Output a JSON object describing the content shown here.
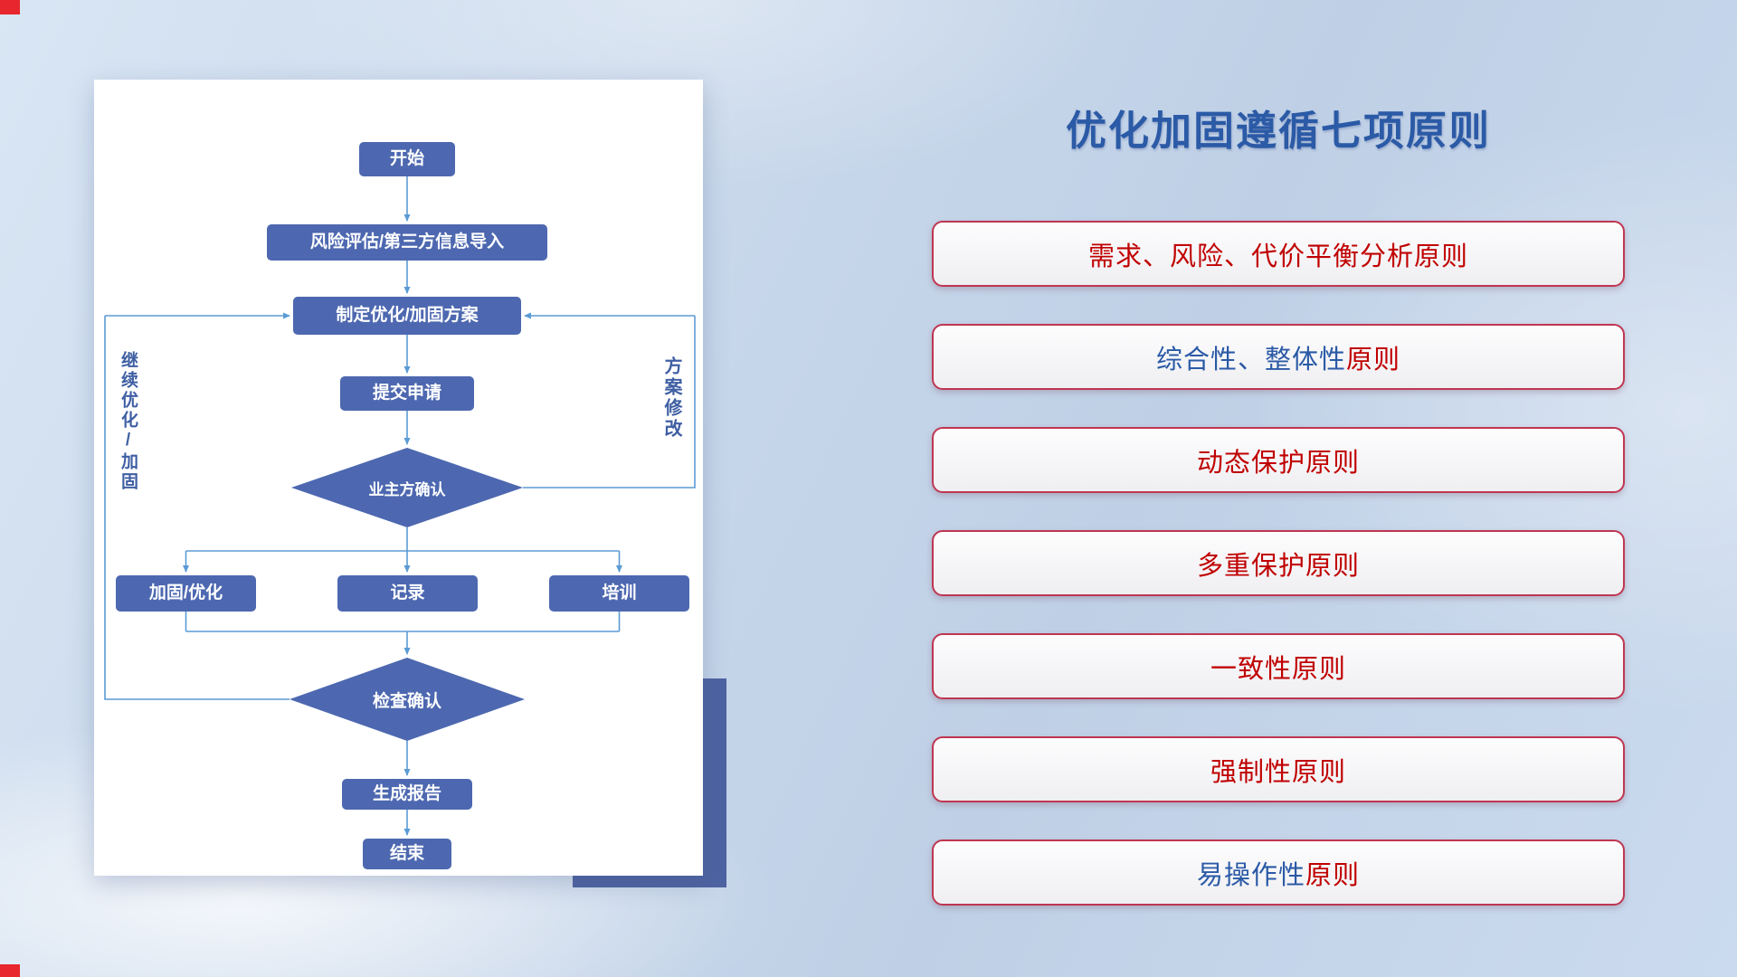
{
  "theme": {
    "node-fill": "#4d68b0",
    "connector": "#5b9bd5",
    "label-blue": "#3f5fa3",
    "title-blue": "#2b5aa6",
    "box-border": "#bf3651",
    "box-fill": "#efeff2",
    "accent-rect": "#4e63a1",
    "corner-red": "#e8262d"
  },
  "flowchart": {
    "nodes": {
      "start": "开始",
      "risk_import": "风险评估/第三方信息导入",
      "make_plan": "制定优化/加固方案",
      "submit": "提交申请",
      "owner_confirm": "业主方确认",
      "harden_optimize": "加固/优化",
      "record": "记录",
      "training": "培训",
      "check_confirm": "检查确认",
      "generate_report": "生成报告",
      "end": "结束"
    },
    "labels": {
      "left_loop": "继续优化/加固",
      "right_loop": "方案修改"
    }
  },
  "principles": {
    "title": "优化加固遵循七项原则",
    "items": [
      {
        "part1": "需求、风险、代价平衡分析原则",
        "part1_color": "#c00000",
        "part2": "",
        "part2_color": ""
      },
      {
        "part1": "综合性、整体性",
        "part1_color": "#2b5aa6",
        "part2": "原则",
        "part2_color": "#c00000"
      },
      {
        "part1": "动态保护原则",
        "part1_color": "#c00000",
        "part2": "",
        "part2_color": ""
      },
      {
        "part1": "多重保护原则",
        "part1_color": "#c00000",
        "part2": "",
        "part2_color": ""
      },
      {
        "part1": "一致性原则",
        "part1_color": "#c00000",
        "part2": "",
        "part2_color": ""
      },
      {
        "part1": "强制性原则",
        "part1_color": "#c00000",
        "part2": "",
        "part2_color": ""
      },
      {
        "part1": "易操作性",
        "part1_color": "#2b5aa6",
        "part2": "原则",
        "part2_color": "#c00000"
      }
    ]
  }
}
